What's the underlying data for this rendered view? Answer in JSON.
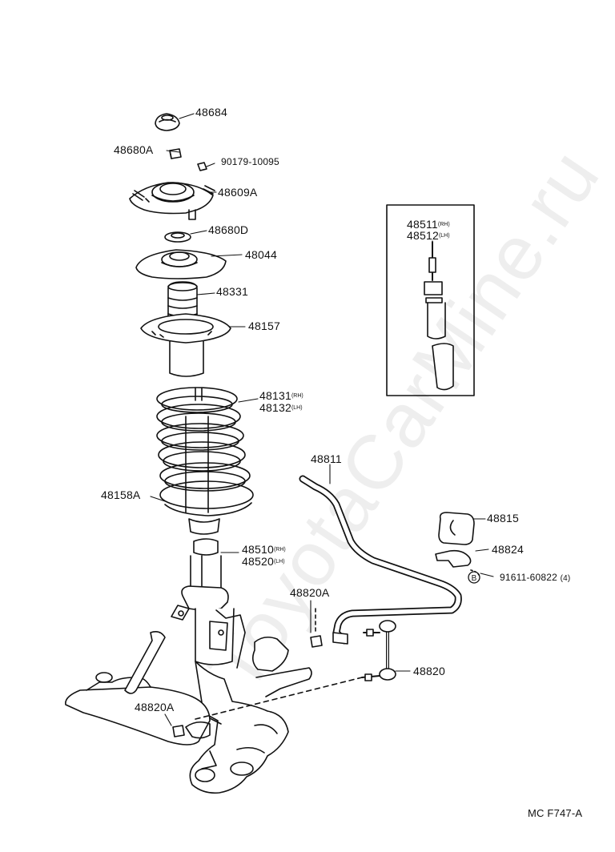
{
  "watermark": "ToyotaCarMine.ru",
  "diagram_code": "MC F747-A",
  "parts": {
    "p48684": "48684",
    "p48680A": "48680A",
    "p90179": "90179-10095",
    "p48609A": "48609A",
    "p48680D": "48680D",
    "p48044": "48044",
    "p48331": "48331",
    "p48157": "48157",
    "p48131": "48131",
    "p48131_side": "(RH)",
    "p48132": "48132",
    "p48132_side": "(LH)",
    "p48158A": "48158A",
    "p48510": "48510",
    "p48510_side": "(RH)",
    "p48520": "48520",
    "p48520_side": "(LH)",
    "p48511": "48511",
    "p48511_side": "(RH)",
    "p48512": "48512",
    "p48512_side": "(LH)",
    "p48811": "48811",
    "p48815": "48815",
    "p48824": "48824",
    "p91611": "91611-60822",
    "p91611_marker": "B",
    "p91611_qty": "(4)",
    "p48820A_top": "48820A",
    "p48820": "48820",
    "p48820A_bottom": "48820A"
  }
}
